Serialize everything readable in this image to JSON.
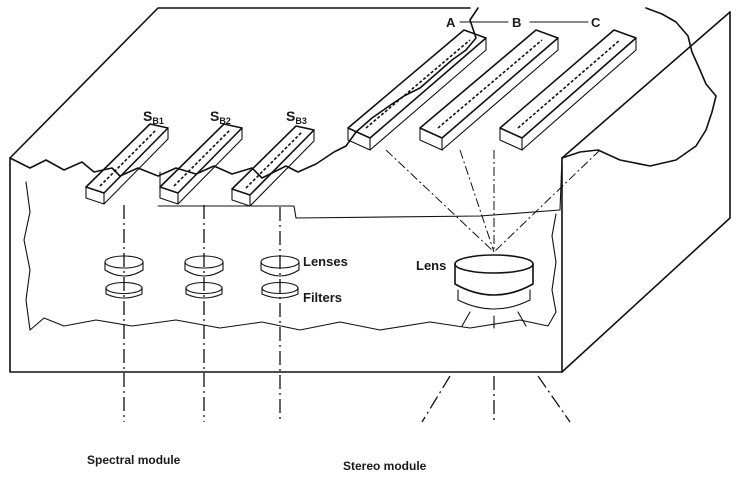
{
  "strips": {
    "spectral": [
      {
        "letter": "S",
        "sub": "B1"
      },
      {
        "letter": "S",
        "sub": "B2"
      },
      {
        "letter": "S",
        "sub": "B3"
      }
    ],
    "stereo": [
      "A",
      "B",
      "C"
    ]
  },
  "labels": {
    "lenses": "Lenses",
    "filters": "Filters",
    "lens": "Lens"
  },
  "captions": {
    "spectral_module": "Spectral module",
    "stereo_module": "Stereo module"
  },
  "colors": {
    "ink": "#111111",
    "paper": "#ffffff"
  }
}
